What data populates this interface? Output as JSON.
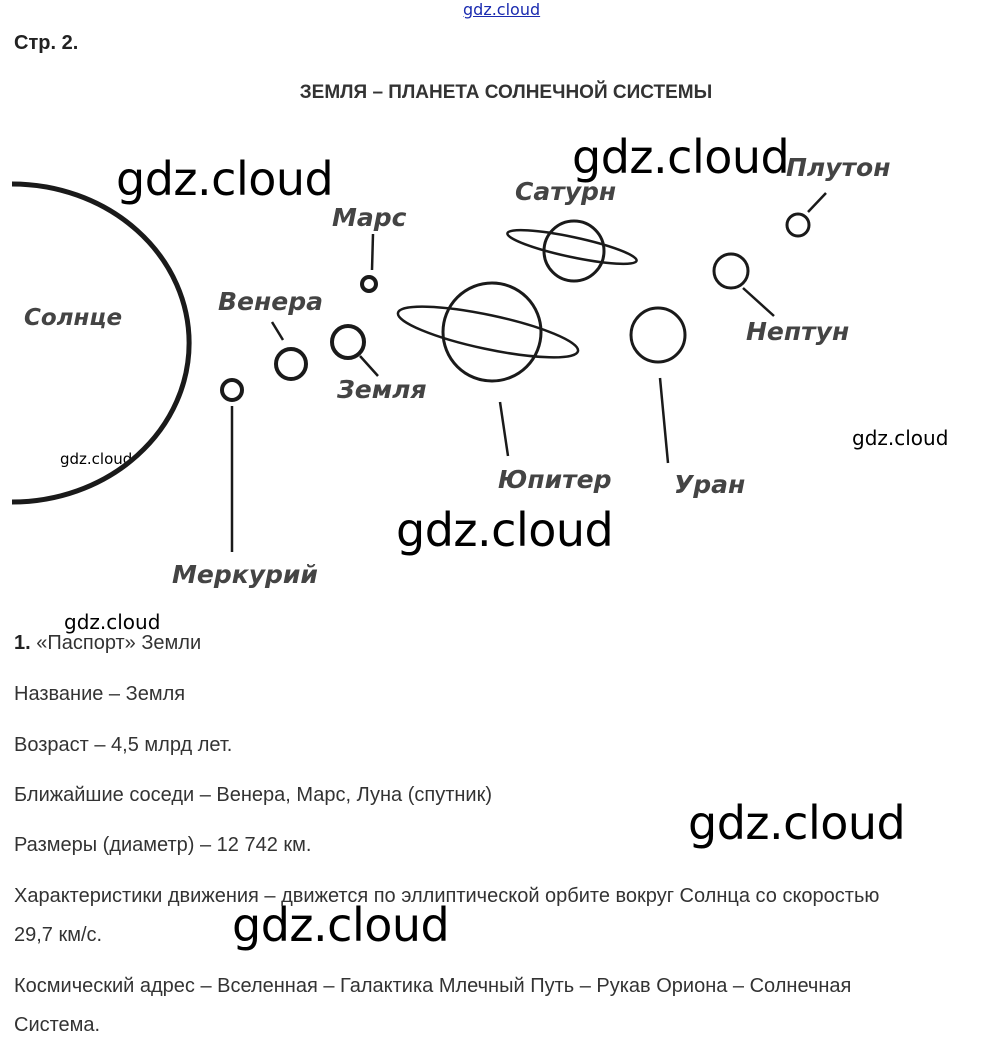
{
  "watermark": "gdz.cloud",
  "page_number": "Стр. 2.",
  "title": "ЗЕМЛЯ – ПЛАНЕТА СОЛНЕЧНОЙ СИСТЕМЫ",
  "diagram": {
    "sun": "Солнце",
    "planets": {
      "mercury": "Меркурий",
      "venus": "Венера",
      "earth": "Земля",
      "mars": "Марс",
      "jupiter": "Юпитер",
      "saturn": "Сатурн",
      "uranus": "Уран",
      "neptune": "Нептун",
      "pluto": "Плутон"
    }
  },
  "task": {
    "number": "1.",
    "heading": "«Паспорт» Земли",
    "lines": [
      "Название – Земля",
      "Возраст – 4,5 млрд лет.",
      "Ближайшие соседи – Венера, Марс, Луна (спутник)",
      "Размеры (диаметр) – 12 742 км.",
      "Характеристики движения – движется по эллиптической орбите вокруг Солнца со скоростью",
      "29,7 км/с.",
      "Космический адрес – Вселенная – Галактика Млечный Путь – Рукав Ориона – Солнечная",
      "Система."
    ]
  }
}
